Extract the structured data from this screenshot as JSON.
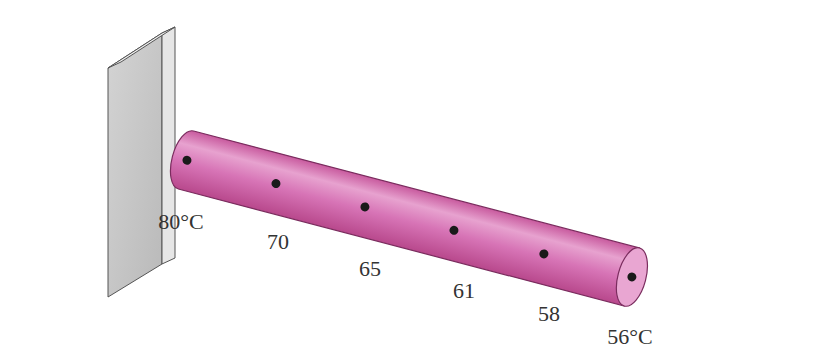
{
  "diagram": {
    "labels": [
      "80°C",
      "70",
      "65",
      "61",
      "58",
      "56°C"
    ]
  }
}
